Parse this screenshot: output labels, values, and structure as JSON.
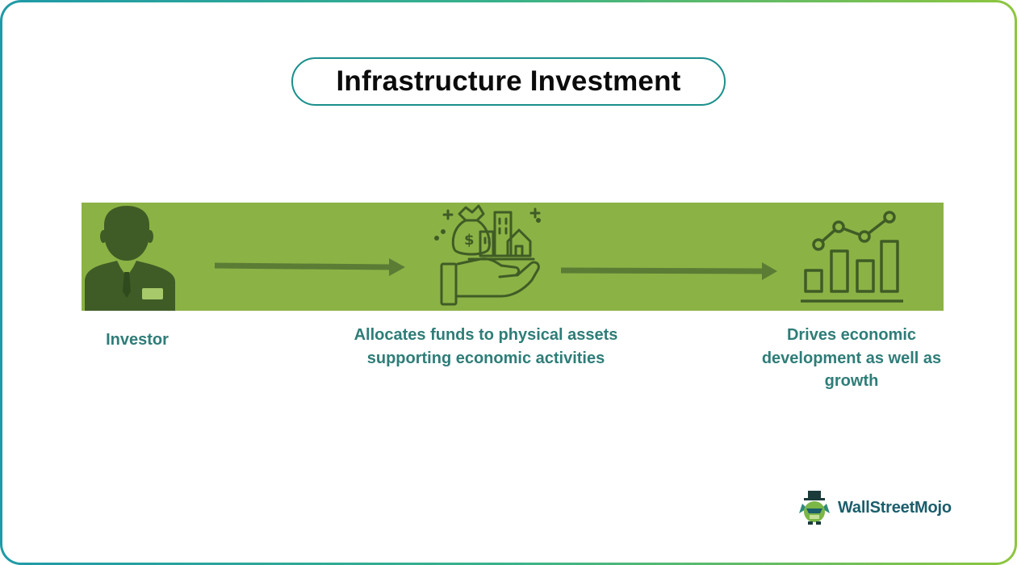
{
  "title": "Infrastructure Investment",
  "steps": [
    {
      "label": "Investor",
      "icon": "investor-icon"
    },
    {
      "label": "Allocates funds to physical assets supporting economic activities",
      "icon": "funds-allocation-icon"
    },
    {
      "label": "Drives economic development as well as growth",
      "icon": "growth-chart-icon"
    }
  ],
  "brand": {
    "name": "WallStreetMojo",
    "logo_icon": "wallstreetmojo-logo-icon"
  },
  "colors": {
    "band": "#8bb245",
    "icon": "#3f5c26",
    "label_text": "#2e7d78",
    "title_border": "#1a8f8c",
    "brand_text": "#1b5e6b"
  }
}
